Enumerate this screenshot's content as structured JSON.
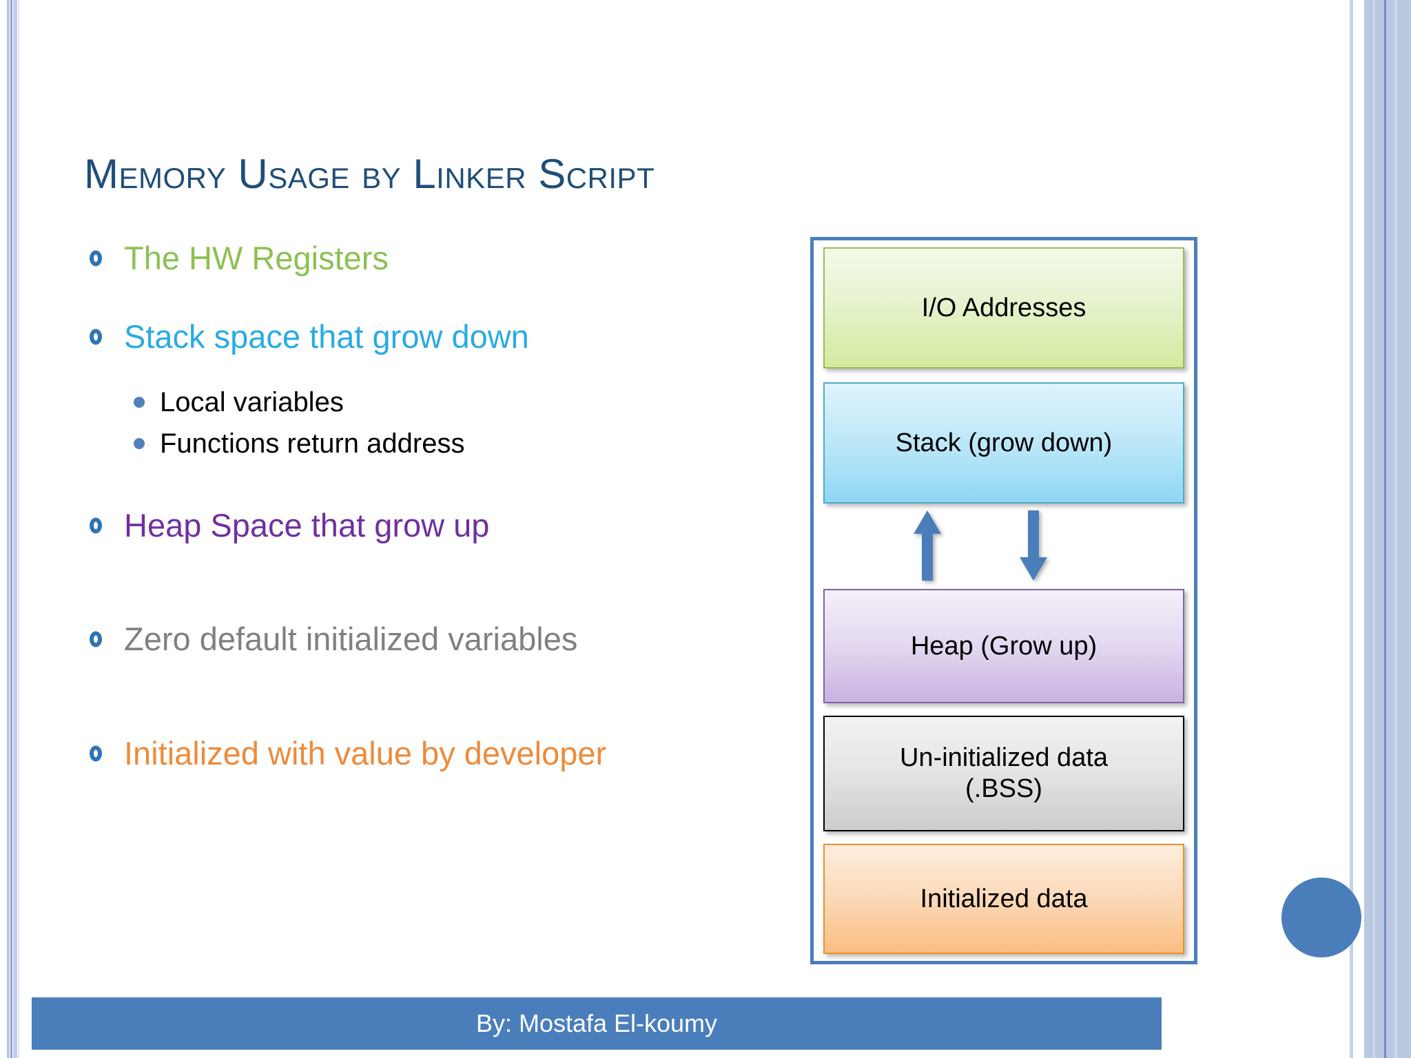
{
  "slide": {
    "title": "Memory Usage by Linker Script",
    "title_color": "#1F4E79",
    "footer": "By: Mostafa El-koumy",
    "footer_bg": "#4A7EBB",
    "accent_circle_color": "#4A7EBB"
  },
  "bullets": [
    {
      "text": "The HW Registers",
      "color": "#8CC152",
      "level": 1
    },
    {
      "text": "Stack space that grow down",
      "color": "#29ABE2",
      "level": 1
    },
    {
      "text": "Local variables",
      "color": "#000000",
      "level": 2
    },
    {
      "text": "Functions return address",
      "color": "#000000",
      "level": 2
    },
    {
      "text": "Heap Space that grow up",
      "color": "#7030A0",
      "level": 1
    },
    {
      "text": "Zero default initialized variables",
      "color": "#808080",
      "level": 1
    },
    {
      "text": "Initialized with value by developer",
      "color": "#ED8B3C",
      "level": 1
    }
  ],
  "diagram": {
    "frame_color": "#4A7EBB",
    "blocks": [
      {
        "label": "I/O Addresses",
        "fill": "#d4ea9f",
        "border": "#9BBB59"
      },
      {
        "label": "Stack (grow down)",
        "fill": "#8fd7f4",
        "border": "#4BACC6"
      },
      {
        "label": "Heap (Grow up)",
        "fill": "#c9b2e2",
        "border": "#8064A2"
      },
      {
        "label": "Un-initialized data (.BSS)",
        "fill": "#cccccc",
        "border": "#000000"
      },
      {
        "label": "Initialized data",
        "fill": "#f9bd80",
        "border": "#E8912E"
      }
    ],
    "bss_line1": "Un-initialized data",
    "bss_line2": "(.BSS)",
    "arrows": [
      {
        "name": "arrow-up",
        "direction": "up",
        "color": "#4A7EBB"
      },
      {
        "name": "arrow-down",
        "direction": "down",
        "color": "#4A7EBB"
      }
    ]
  }
}
